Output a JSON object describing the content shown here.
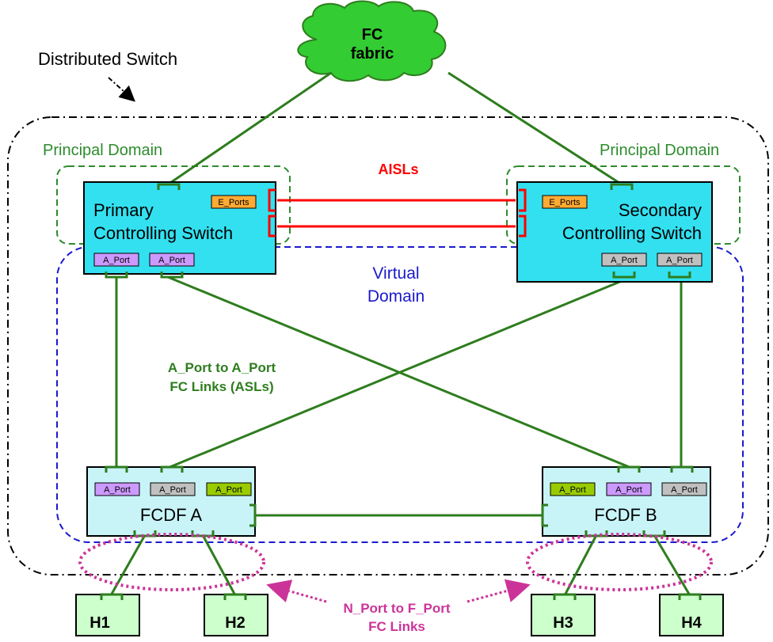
{
  "diagram": {
    "distributed_switch_label": "Distributed Switch",
    "fc_fabric": {
      "line1": "FC",
      "line2": "fabric",
      "color": "#33cc33"
    },
    "principal_domain_left": "Principal Domain",
    "principal_domain_right": "Principal Domain",
    "aisls_label": "AISLs",
    "virtual_domain": {
      "line1": "Virtual",
      "line2": "Domain"
    },
    "primary_switch": {
      "line1": "Primary",
      "line2": "Controlling Switch",
      "eports": "E_Ports",
      "aport1": "A_Port",
      "aport2": "A_Port"
    },
    "secondary_switch": {
      "line1": "Secondary",
      "line2": "Controlling Switch",
      "eports": "E_Ports",
      "aport1": "A_Port",
      "aport2": "A_Port"
    },
    "asl_label": {
      "line1": "A_Port to A_Port",
      "line2": "FC Links (ASLs)"
    },
    "fcdf_a": {
      "name": "FCDF A",
      "aport1": "A_Port",
      "aport2": "A_Port",
      "aport3": "A_Port"
    },
    "fcdf_b": {
      "name": "FCDF B",
      "aport1": "A_Port",
      "aport2": "A_Port",
      "aport3": "A_Port"
    },
    "nport_label": {
      "line1": "N_Port to F_Port",
      "line2": "FC Links"
    },
    "hosts": [
      "H1",
      "H2",
      "H3",
      "H4"
    ],
    "colors": {
      "link_green": "#2e7d1e",
      "aisl_red": "#ff0000",
      "principal_domain": "#2e8b2e",
      "virtual_domain": "#1a1acc",
      "switch_fill": "#33e0f0",
      "fcdf_fill": "#c8f4f8",
      "host_fill": "#ccffcc",
      "eport_fill": "#ffaa33",
      "aport_purple": "#cc99ff",
      "aport_gray": "#c0c0c0",
      "aport_olive": "#99cc00",
      "nport_magenta": "#cc3399"
    }
  }
}
